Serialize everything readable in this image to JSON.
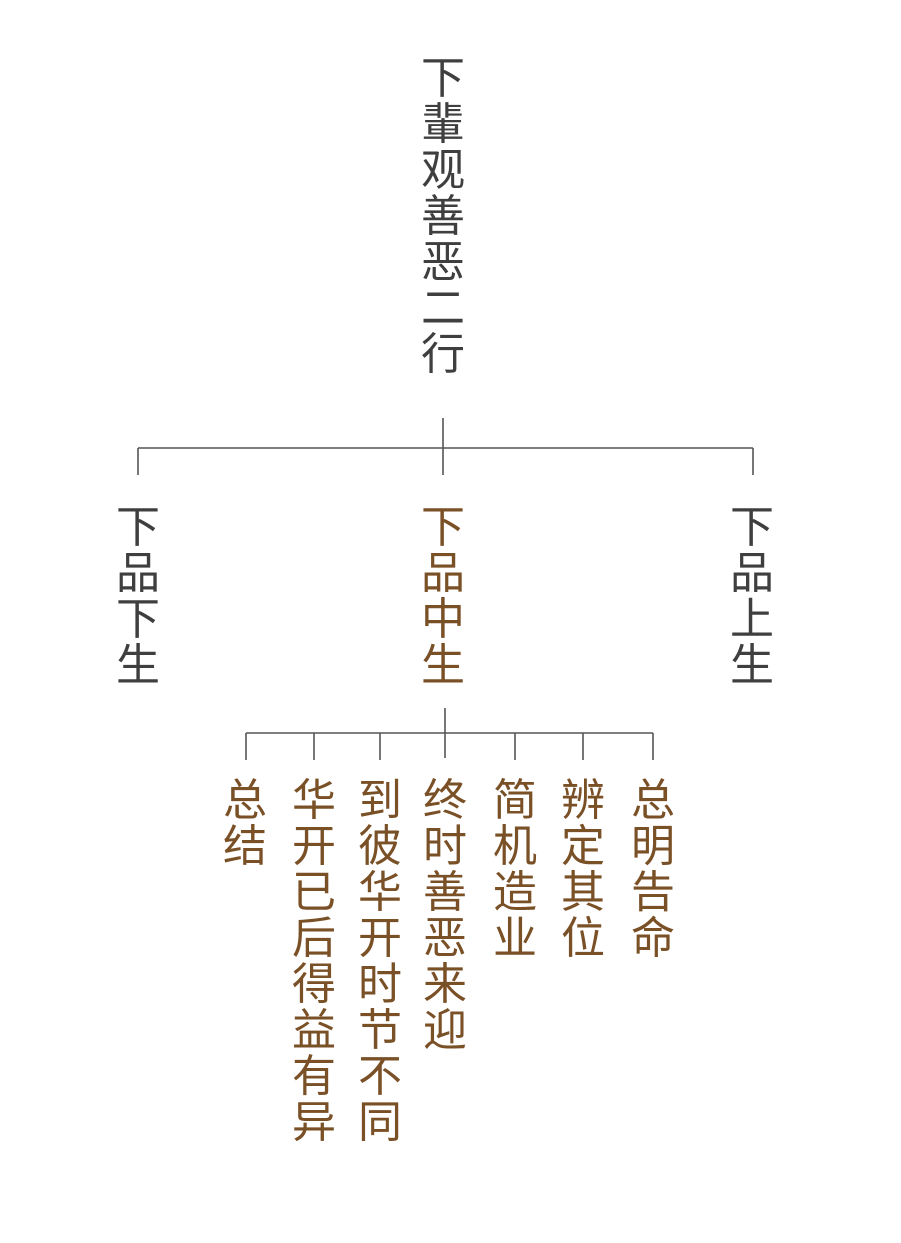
{
  "root": {
    "label": "下輩观善恶二行"
  },
  "level1": [
    {
      "label": "下品下生"
    },
    {
      "label": "下品中生"
    },
    {
      "label": "下品上生"
    }
  ],
  "level2": [
    {
      "label": "总结"
    },
    {
      "label": "华开已后得益有异"
    },
    {
      "label": "到彼华开时节不同"
    },
    {
      "label": "终时善恶来迎"
    },
    {
      "label": "简机造业"
    },
    {
      "label": "辨定其位"
    },
    {
      "label": "总明告命"
    }
  ],
  "colors": {
    "root": "#3f3f3f",
    "side_branches": "#3f3f3f",
    "highlight": "#7a5026",
    "connectors": "#555555"
  }
}
